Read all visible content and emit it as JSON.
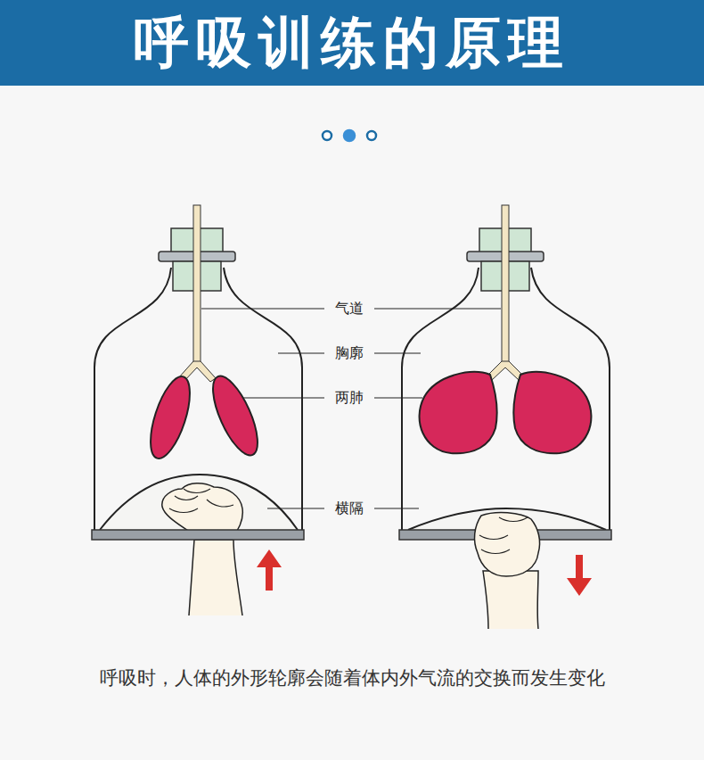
{
  "diagram": {
    "title": "呼吸训练的原理",
    "caption": "呼吸时，人体的外形轮廓会随着体内外气流的交换而发生变化",
    "labels": [
      "气道",
      "胸廓",
      "两肺",
      "横隔"
    ]
  }
}
